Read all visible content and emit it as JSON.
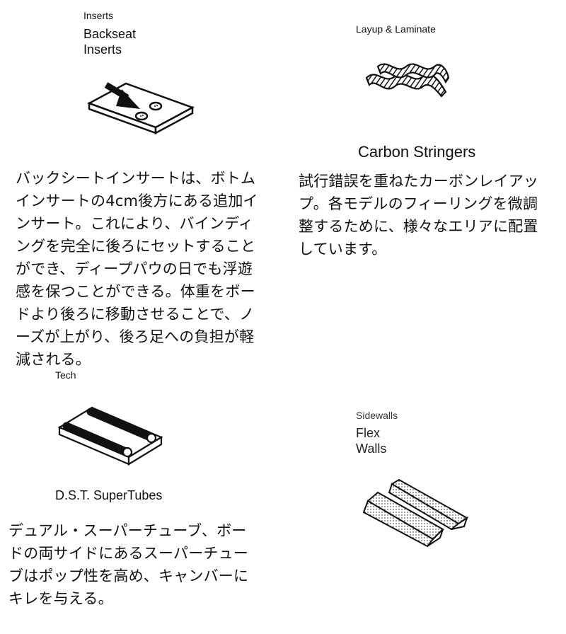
{
  "sections": {
    "inserts": {
      "category": "Inserts",
      "title": "Backseat\nInserts",
      "icon": "board-insert-icon",
      "description": "バックシートインサートは、ボトム\nインサートの4cm後方にある追加イ\nンサート。これにより、バインディ\nングを完全に後ろにセットすること\nができ、ディープパウの日でも浮遊\n感を保つことができる。体重をボー\nドより後ろに移動させることで、ノ\nーズが上がり、後ろ足への負担が軽\n減される。"
    },
    "layup": {
      "category": "Layup & Laminate",
      "title": "Carbon Stringers",
      "icon": "carbon-stringers-icon",
      "description": "試行錯誤を重ねたカーボンレイアッ\nプ。各モデルのフィーリングを微調\n整するために、様々なエリアに配置\nしています。"
    },
    "tech": {
      "category": "Tech",
      "title": "D.S.T. SuperTubes",
      "icon": "supertubes-icon",
      "description": "デュアル・スーパーチューブ、ボー\nドの両サイドにあるスーパーチュー\nブはポップ性を高め、キャンバーに\nキレを与える。"
    },
    "sidewalls": {
      "category": "Sidewalls",
      "title": "Flex\nWalls",
      "icon": "flex-walls-icon"
    }
  },
  "colors": {
    "ink": "#111111",
    "title_gray": "#222222"
  }
}
